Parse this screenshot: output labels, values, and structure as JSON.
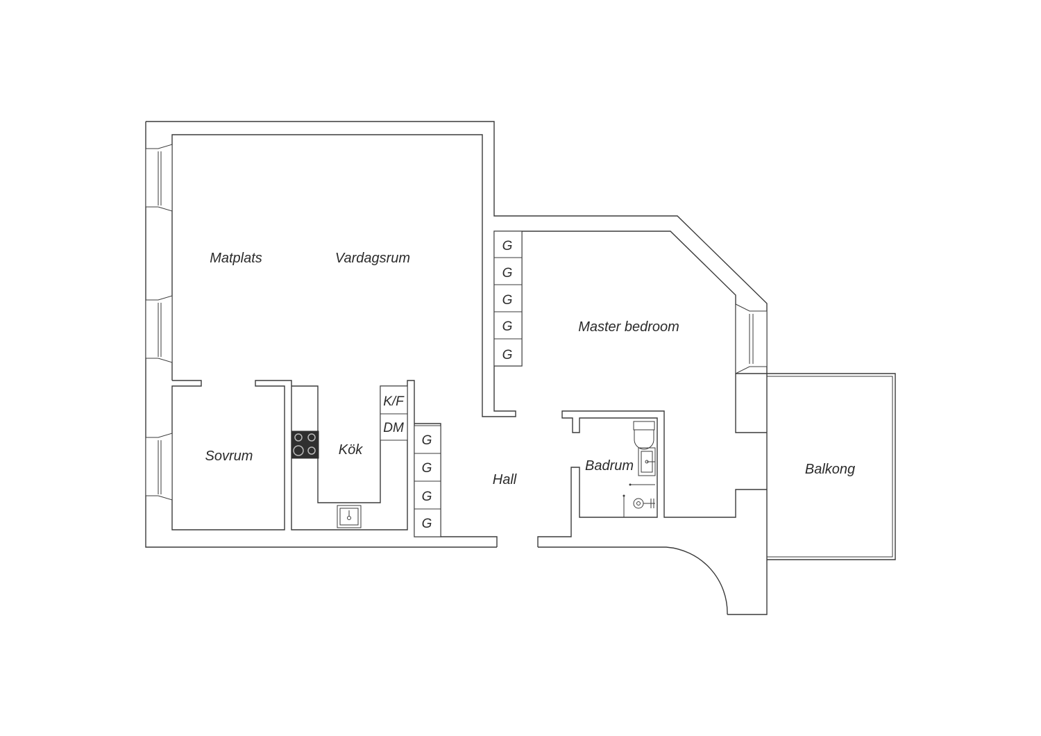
{
  "rooms": {
    "matplats": "Matplats",
    "vardagsrum": "Vardagsrum",
    "master_bedroom": "Master bedroom",
    "sovrum": "Sovrum",
    "kok": "Kök",
    "hall": "Hall",
    "badrum": "Badrum",
    "balkong": "Balkong"
  },
  "fixtures": {
    "kf": "K/F",
    "dm": "DM",
    "wardrobe": "G"
  }
}
